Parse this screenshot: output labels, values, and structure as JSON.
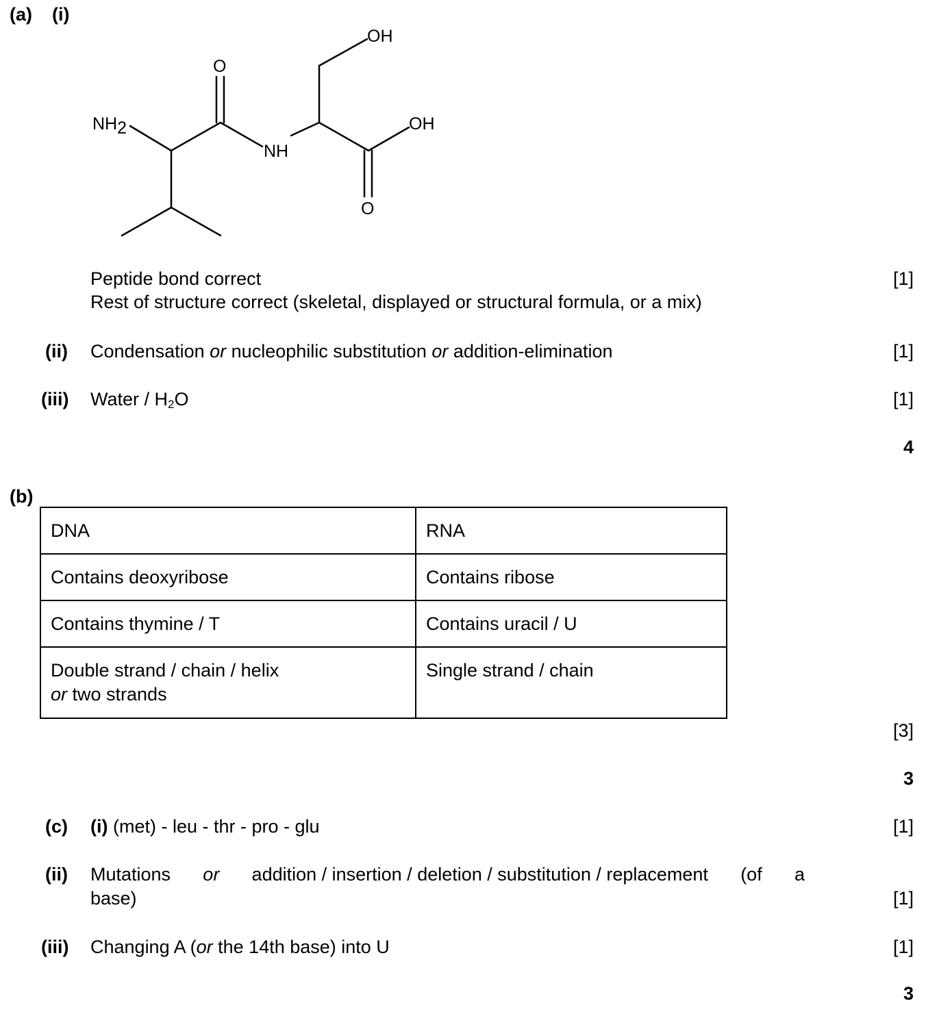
{
  "part_a": {
    "label": "(a)",
    "i": {
      "label": "(i)",
      "structure": {
        "oh_top": "OH",
        "o_carbonyl_top": "O",
        "nh2": "NH",
        "nh2_sub": "2",
        "nh": "NH",
        "oh_acid": "OH",
        "o_carbonyl_bottom": "O"
      },
      "line1": "Peptide bond correct",
      "line1_mark": "[1]",
      "line2": "Rest of structure correct (skeletal, displayed or structural formula, or a mix)"
    },
    "ii": {
      "label": "(ii)",
      "t1": "Condensation ",
      "or1": "or",
      "t2": " nucleophilic substitution ",
      "or2": "or",
      "t3": " addition-elimination",
      "mark": "[1]"
    },
    "iii": {
      "label": "(iii)",
      "t1": "Water / H",
      "sub": "2",
      "t2": "O",
      "mark": "[1]"
    },
    "total": "4"
  },
  "part_b": {
    "label": "(b)",
    "table": {
      "header": [
        "DNA",
        "RNA"
      ],
      "rows": [
        [
          "Contains deoxyribose",
          "Contains ribose"
        ],
        [
          "Contains thymine / T",
          "Contains uracil / U"
        ]
      ],
      "last_row": {
        "dna_line1": "Double strand / chain / helix",
        "dna_or": "or",
        "dna_line2": " two strands",
        "rna": "Single strand / chain"
      }
    },
    "mark": "[3]",
    "total": "3"
  },
  "part_c": {
    "label": "(c)",
    "i": {
      "label": "(i)",
      "text": " (met) - leu - thr - pro - glu",
      "mark": "[1]"
    },
    "ii": {
      "label": "(ii)",
      "w1": "Mutations",
      "w2": "or",
      "w3": "addition / insertion / deletion / substitution / replacement",
      "w4": "(of",
      "w5": "a",
      "line2": "base)",
      "mark": "[1]"
    },
    "iii": {
      "label": "(iii)",
      "t1": "Changing A (",
      "or": "or",
      "t2": " the 14th base) into U",
      "mark": "[1]"
    },
    "total": "3"
  }
}
